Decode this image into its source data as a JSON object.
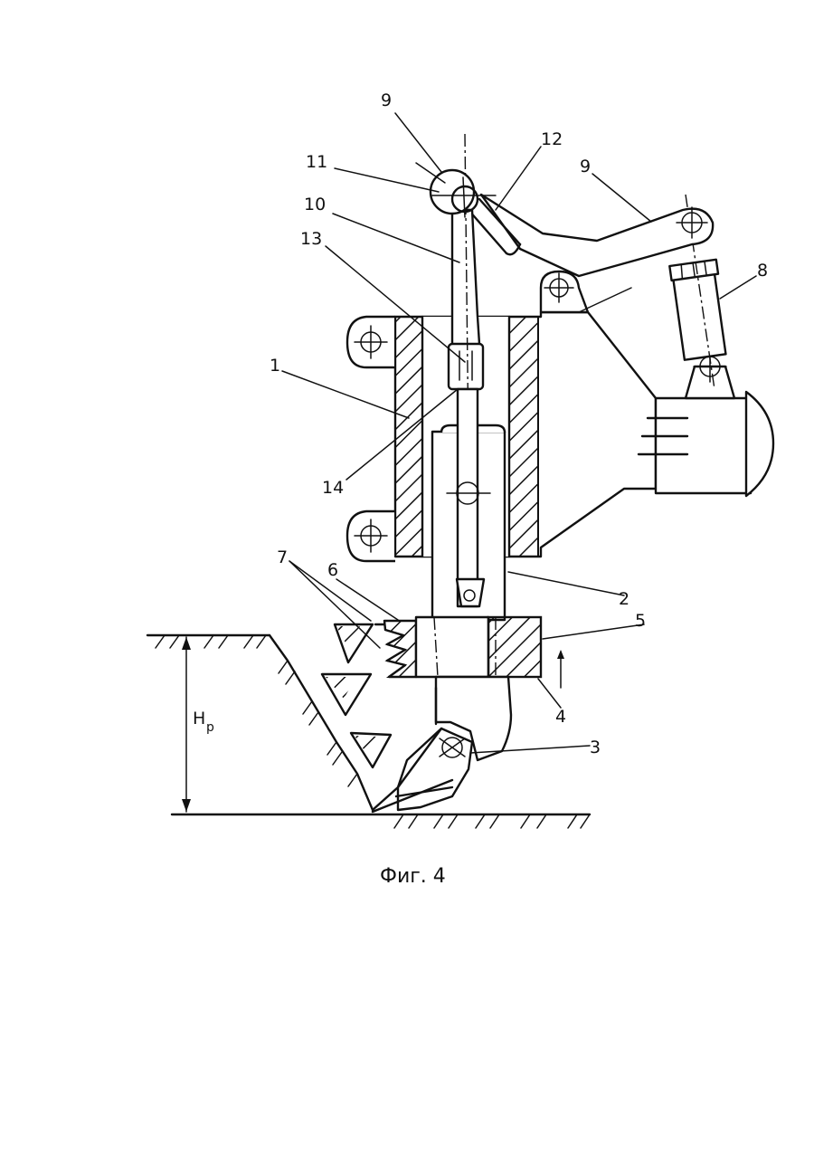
{
  "figure": {
    "caption": "Фиг. 4",
    "depth_label_main": "H",
    "depth_label_sub": "р",
    "labels": {
      "l1": "1",
      "l2": "2",
      "l3": "3",
      "l4": "4",
      "l5": "5",
      "l6": "6",
      "l7": "7",
      "l8": "8",
      "l9a": "9",
      "l9b": "9",
      "l10": "10",
      "l11": "11",
      "l12": "12",
      "l13": "13",
      "l14": "14"
    }
  }
}
